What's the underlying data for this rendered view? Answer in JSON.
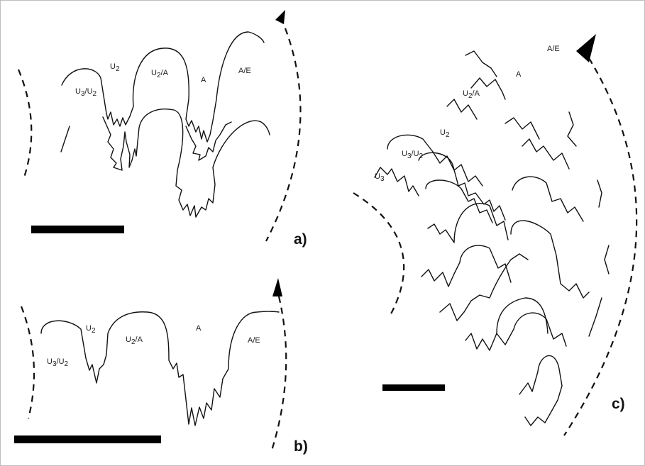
{
  "panels": {
    "a": {
      "label": "a)",
      "saddles": [
        {
          "main": "U",
          "sub": "3",
          "mid": "/U",
          "sub2": "2"
        },
        {
          "main": "U",
          "sub": "2"
        },
        {
          "main": "U",
          "sub": "2",
          "mid": "/A"
        },
        {
          "main": "A"
        },
        {
          "main": "A/E"
        }
      ]
    },
    "b": {
      "label": "b)",
      "saddles": [
        {
          "main": "U",
          "sub": "3",
          "mid": "/U",
          "sub2": "2"
        },
        {
          "main": "U",
          "sub": "2"
        },
        {
          "main": "U",
          "sub": "2",
          "mid": "/A"
        },
        {
          "main": "A"
        },
        {
          "main": "A/E"
        }
      ]
    },
    "c": {
      "label": "c)",
      "saddles": [
        {
          "main": "U",
          "sub": "3"
        },
        {
          "main": "U",
          "sub": "3",
          "mid": "/U",
          "sub2": "2"
        },
        {
          "main": "U",
          "sub": "2"
        },
        {
          "main": "U",
          "sub": "2",
          "mid": "/A"
        },
        {
          "main": "A"
        },
        {
          "main": "A/E"
        }
      ]
    }
  }
}
